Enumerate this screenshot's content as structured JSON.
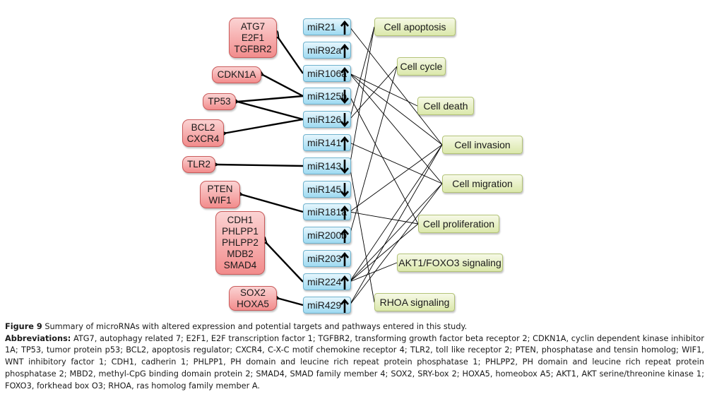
{
  "diagram": {
    "targets": [
      {
        "id": "t1",
        "lines": [
          "ATG7",
          "E2F1",
          "TGFBR2"
        ]
      },
      {
        "id": "t2",
        "lines": [
          "CDKN1A"
        ]
      },
      {
        "id": "t3",
        "lines": [
          "TP53"
        ]
      },
      {
        "id": "t4",
        "lines": [
          "BCL2",
          "CXCR4"
        ]
      },
      {
        "id": "t5",
        "lines": [
          "TLR2"
        ]
      },
      {
        "id": "t6",
        "lines": [
          "PTEN",
          "WIF1"
        ]
      },
      {
        "id": "t7",
        "lines": [
          "CDH1",
          "PHLPP1",
          "PHLPP2",
          "MDB2",
          "SMAD4"
        ]
      },
      {
        "id": "t8",
        "lines": [
          "SOX2",
          "HOXA5"
        ]
      }
    ],
    "mirnas": [
      {
        "name": "miR21",
        "direction": "up"
      },
      {
        "name": "miR92a",
        "direction": "up"
      },
      {
        "name": "miR106a",
        "direction": "up"
      },
      {
        "name": "miR125b",
        "direction": "down"
      },
      {
        "name": "miR126",
        "direction": "down"
      },
      {
        "name": "miR141",
        "direction": "up"
      },
      {
        "name": "miR143",
        "direction": "down"
      },
      {
        "name": "miR145",
        "direction": "down"
      },
      {
        "name": "miR181a",
        "direction": "up"
      },
      {
        "name": "miR200b",
        "direction": "up"
      },
      {
        "name": "miR203",
        "direction": "up"
      },
      {
        "name": "miR224",
        "direction": "up"
      },
      {
        "name": "miR429",
        "direction": "up"
      }
    ],
    "pathways": [
      "Cell apoptosis",
      "Cell cycle",
      "Cell death",
      "Cell invasion",
      "Cell migration",
      "Cell proliferation",
      "AKT1/FOXO3 signaling",
      "RHOA signaling"
    ],
    "target_edges": [
      {
        "from": "miR106a",
        "to": "t1"
      },
      {
        "from": "miR125b",
        "to": "t2"
      },
      {
        "from": "miR125b",
        "to": "t3"
      },
      {
        "from": "miR126",
        "to": "t3"
      },
      {
        "from": "miR126",
        "to": "t4"
      },
      {
        "from": "miR143",
        "to": "t5"
      },
      {
        "from": "miR181a",
        "to": "t6"
      },
      {
        "from": "miR224",
        "to": "t7"
      },
      {
        "from": "miR429",
        "to": "t8"
      }
    ],
    "pathway_edges": [
      {
        "from": "miR21",
        "to": "Cell invasion"
      },
      {
        "from": "miR106a",
        "to": "Cell death"
      },
      {
        "from": "miR106a",
        "to": "Cell invasion"
      },
      {
        "from": "miR106a",
        "to": "Cell migration"
      },
      {
        "from": "miR125b",
        "to": "Cell proliferation"
      },
      {
        "from": "miR126",
        "to": "Cell apoptosis"
      },
      {
        "from": "miR126",
        "to": "Cell cycle"
      },
      {
        "from": "miR141",
        "to": "Cell migration"
      },
      {
        "from": "miR143",
        "to": "Cell apoptosis"
      },
      {
        "from": "miR143",
        "to": "RHOA signaling"
      },
      {
        "from": "miR181a",
        "to": "Cell invasion"
      },
      {
        "from": "miR181a",
        "to": "Cell proliferation"
      },
      {
        "from": "miR200b",
        "to": "Cell cycle"
      },
      {
        "from": "miR224",
        "to": "Cell invasion"
      },
      {
        "from": "miR224",
        "to": "Cell migration"
      },
      {
        "from": "miR224",
        "to": "Cell proliferation"
      },
      {
        "from": "miR224",
        "to": "AKT1/FOXO3 signaling"
      },
      {
        "from": "miR429",
        "to": "Cell invasion"
      },
      {
        "from": "miR429",
        "to": "Cell migration"
      }
    ]
  },
  "caption": {
    "figure_label": "Figure 9",
    "figure_text": " Summary of microRNAs with altered expression and potential targets and pathways entered in this study.",
    "abbrev_label": "Abbreviations:",
    "abbrev_text": " ATG7, autophagy related 7; E2F1, E2F transcription factor 1; TGFBR2, transforming growth factor beta receptor 2; CDKN1A, cyclin dependent kinase inhibitor 1A; TP53, tumor protein p53; BCL2, apoptosis regulator; CXCR4, C-X-C motif chemokine receptor 4; TLR2, toll like receptor 2; PTEN, phosphatase and tensin homolog; WIF1, WNT inhibitory factor 1; CDH1, cadherin 1; PHLPP1, PH domain and leucine rich repeat protein phosphatase 1; PHLPP2, PH domain and leucine rich repeat protein phosphatase 2; MBD2, methyl-CpG binding domain protein 2; SMAD4, SMAD family member 4; SOX2, SRY-box 2; HOXA5, homeobox A5; AKT1, AKT serine/threonine kinase 1; FOXO3, forkhead box O3; RHOA, ras homolog family member A."
  }
}
